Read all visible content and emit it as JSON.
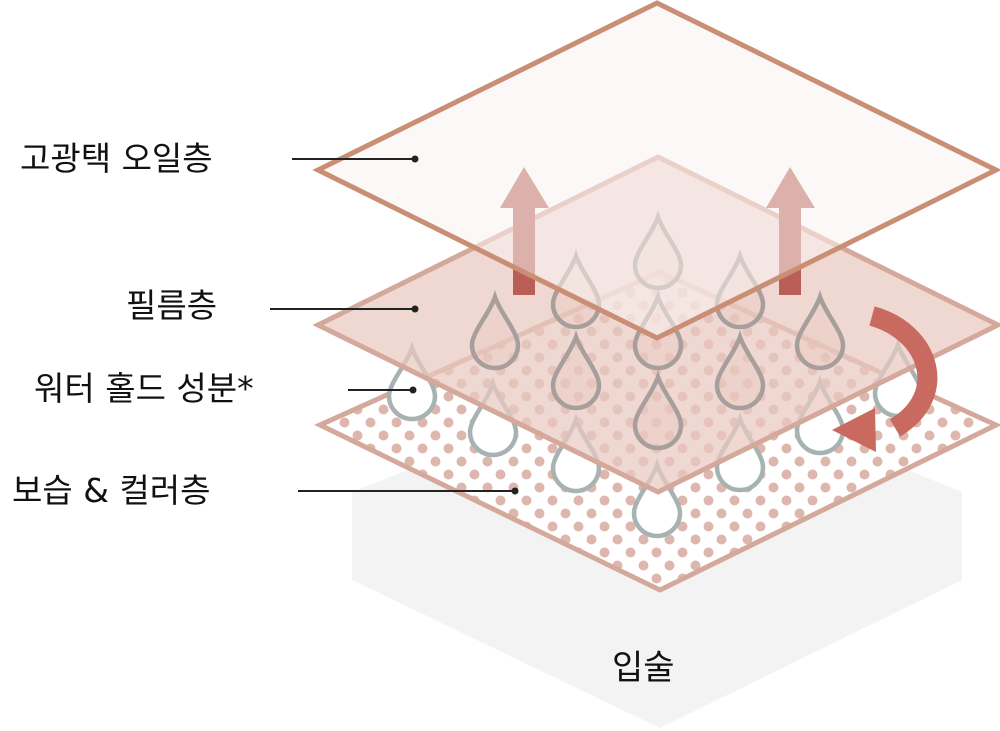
{
  "labels": {
    "oil_layer": "고광택 오일층",
    "film_layer": "필름층",
    "water_hold": "워터 홀드 성분*",
    "moisture_color": "보습 & 컬러층",
    "lips": "입술"
  },
  "colors": {
    "top_layer_stroke": "#c98e74",
    "top_layer_fill": "#f9f2f0",
    "film_fill": "#e9c9c1",
    "film_stroke": "#d4a89b",
    "dots": "#ddb7ad",
    "drop_white_stroke": "#a7b3b3",
    "drop_pink_stroke": "#a89e9c",
    "arrow": "#b95f58",
    "curved_arrow": "#c96a61",
    "base": "#f3f3f3"
  }
}
